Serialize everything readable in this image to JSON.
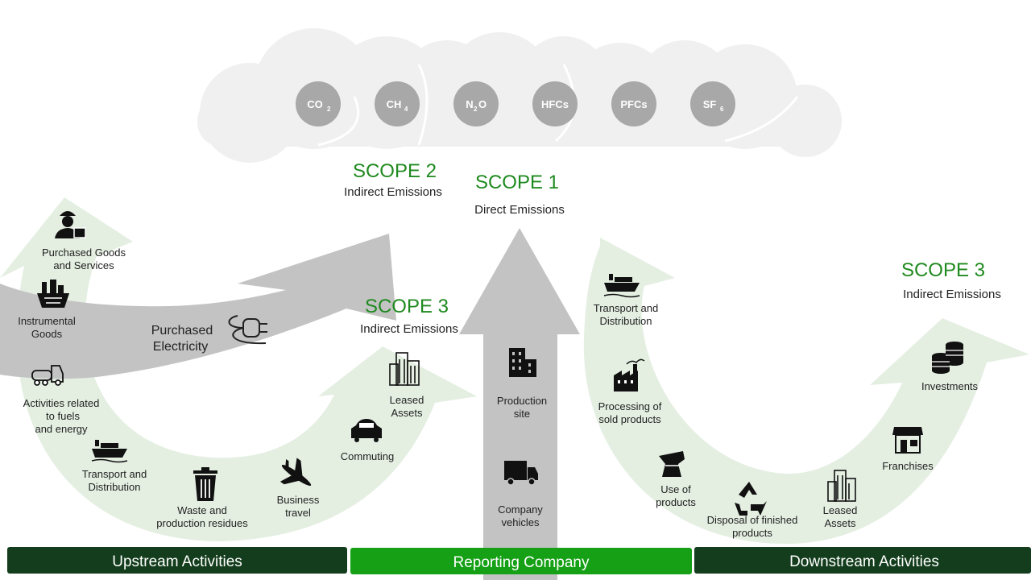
{
  "colors": {
    "scope_green": "#1f8a1f",
    "upstream_bar": "#133d1c",
    "reporting_bar": "#16a016",
    "downstream_bar": "#133d1c",
    "arc_fill": "#e4efe2",
    "gray_arrow": "#c3c3c3",
    "cloud": "#f0f0f0",
    "gas_bubble": "#a8a8a8"
  },
  "gases": [
    {
      "base": "CO",
      "sub": "2",
      "icon": "co2-bubble"
    },
    {
      "base": "CH",
      "sub": "4",
      "icon": "ch4-bubble"
    },
    {
      "base": "N",
      "sub": "2",
      "tail": "O",
      "icon": "n2o-bubble"
    },
    {
      "base": "HFCs",
      "sub": "",
      "icon": "hfcs-bubble"
    },
    {
      "base": "PFCs",
      "sub": "",
      "icon": "pfcs-bubble"
    },
    {
      "base": "SF",
      "sub": "6",
      "icon": "sf6-bubble"
    }
  ],
  "scopes": {
    "scope2": {
      "title": "SCOPE 2",
      "subtitle": "Indirect Emissions"
    },
    "scope1": {
      "title": "SCOPE 1",
      "subtitle": "Direct Emissions"
    },
    "scope3_upstream": {
      "title": "SCOPE 3",
      "subtitle": "Indirect Emissions"
    },
    "scope3_downstream": {
      "title": "SCOPE 3",
      "subtitle": "Indirect Emissions"
    }
  },
  "electricity": {
    "lines": [
      "Purchased",
      "Electricity"
    ],
    "icon": "plug-icon"
  },
  "upstream_items": [
    {
      "lines": [
        "Purchased Goods",
        "and Services"
      ],
      "icon": "worker-icon"
    },
    {
      "lines": [
        "Instrumental",
        "Goods"
      ],
      "icon": "basket-icon"
    },
    {
      "lines": [
        "Activities related",
        "to fuels",
        "and energy"
      ],
      "icon": "fuel-truck-icon"
    },
    {
      "lines": [
        "Transport and",
        "Distribution"
      ],
      "icon": "ship-icon"
    },
    {
      "lines": [
        "Waste and",
        "production residues"
      ],
      "icon": "trash-icon"
    },
    {
      "lines": [
        "Business",
        "travel"
      ],
      "icon": "airplane-icon"
    },
    {
      "lines": [
        "Commuting"
      ],
      "icon": "car-icon"
    },
    {
      "lines": [
        "Leased",
        "Assets"
      ],
      "icon": "buildings-icon"
    }
  ],
  "company_items": [
    {
      "lines": [
        "Production",
        "site"
      ],
      "icon": "office-building-icon"
    },
    {
      "lines": [
        "Company",
        "vehicles"
      ],
      "icon": "truck-icon"
    }
  ],
  "downstream_items": [
    {
      "lines": [
        "Transport and",
        "Distribution"
      ],
      "icon": "ship-icon"
    },
    {
      "lines": [
        "Processing of",
        "sold products"
      ],
      "icon": "factory-icon"
    },
    {
      "lines": [
        "Use of",
        "products"
      ],
      "icon": "product-icon"
    },
    {
      "lines": [
        "Disposal of finished",
        "products"
      ],
      "icon": "recycle-icon"
    },
    {
      "lines": [
        "Leased",
        "Assets"
      ],
      "icon": "buildings-icon"
    },
    {
      "lines": [
        "Franchises"
      ],
      "icon": "store-icon"
    },
    {
      "lines": [
        "Investments"
      ],
      "icon": "coins-icon"
    }
  ],
  "bars": {
    "upstream": "Upstream Activities",
    "reporting": "Reporting Company",
    "downstream": "Downstream Activities"
  }
}
